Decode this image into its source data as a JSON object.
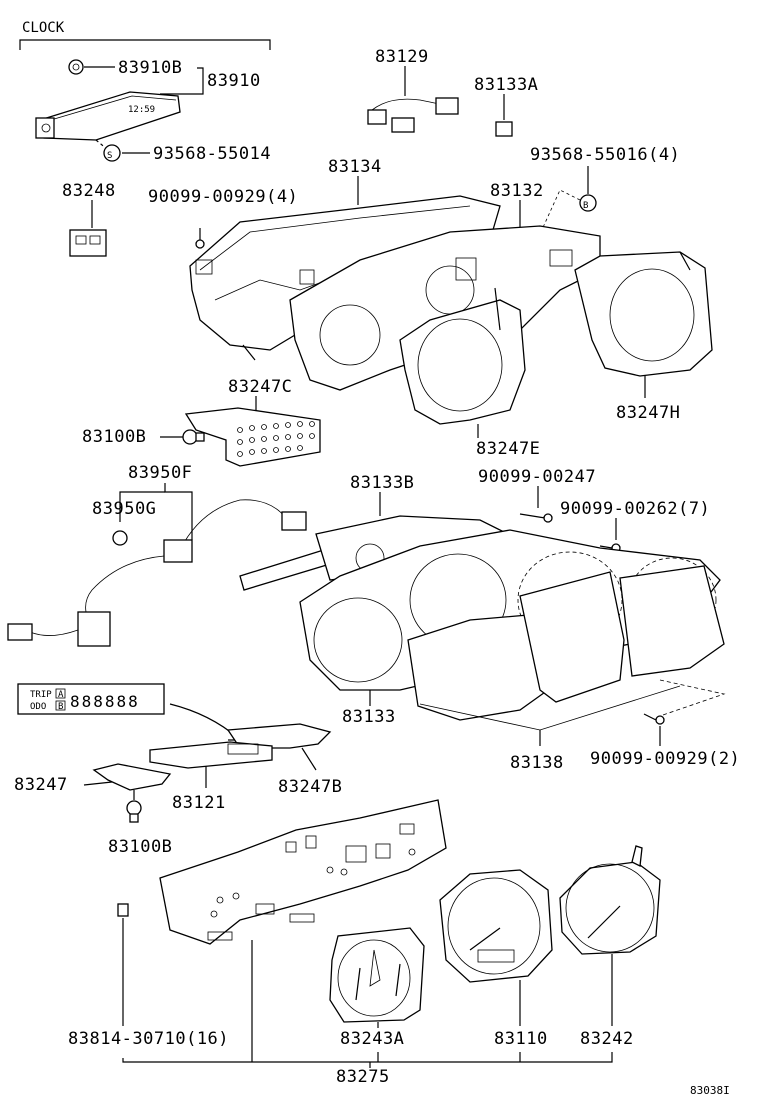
{
  "clock_header": "CLOCK",
  "labels": {
    "p83910B": "83910B",
    "p83910": "83910",
    "p93568_55014": "93568-55014",
    "s_marker_1": "S",
    "p83129": "83129",
    "p83133A": "83133A",
    "p83134": "83134",
    "p93568_55016": "93568-55016(4)",
    "b_marker": "B",
    "p83248": "83248",
    "p90099_00929_4": "90099-00929(4)",
    "p83132": "83132",
    "p83247C": "83247C",
    "p83100B_top": "83100B",
    "p83247H": "83247H",
    "p83247E": "83247E",
    "p83950F": "83950F",
    "p90099_00247": "90099-00247",
    "p83133B": "83133B",
    "p83950G": "83950G",
    "p90099_00262": "90099-00262(7)",
    "p83133": "83133",
    "p83138": "83138",
    "p90099_00929_2": "90099-00929(2)",
    "p83247": "83247",
    "p83121": "83121",
    "p83247B": "83247B",
    "p83100B_bottom": "83100B",
    "p83814_30710": "83814-30710(16)",
    "p83243A": "83243A",
    "p83110": "83110",
    "p83242": "83242",
    "p83275": "83275",
    "figure_code": "83038I"
  },
  "odometer_display": {
    "trip_label": "TRIP",
    "odo_label": "ODO",
    "btn_a": "A",
    "btn_b": "B",
    "digits": "888888"
  }
}
